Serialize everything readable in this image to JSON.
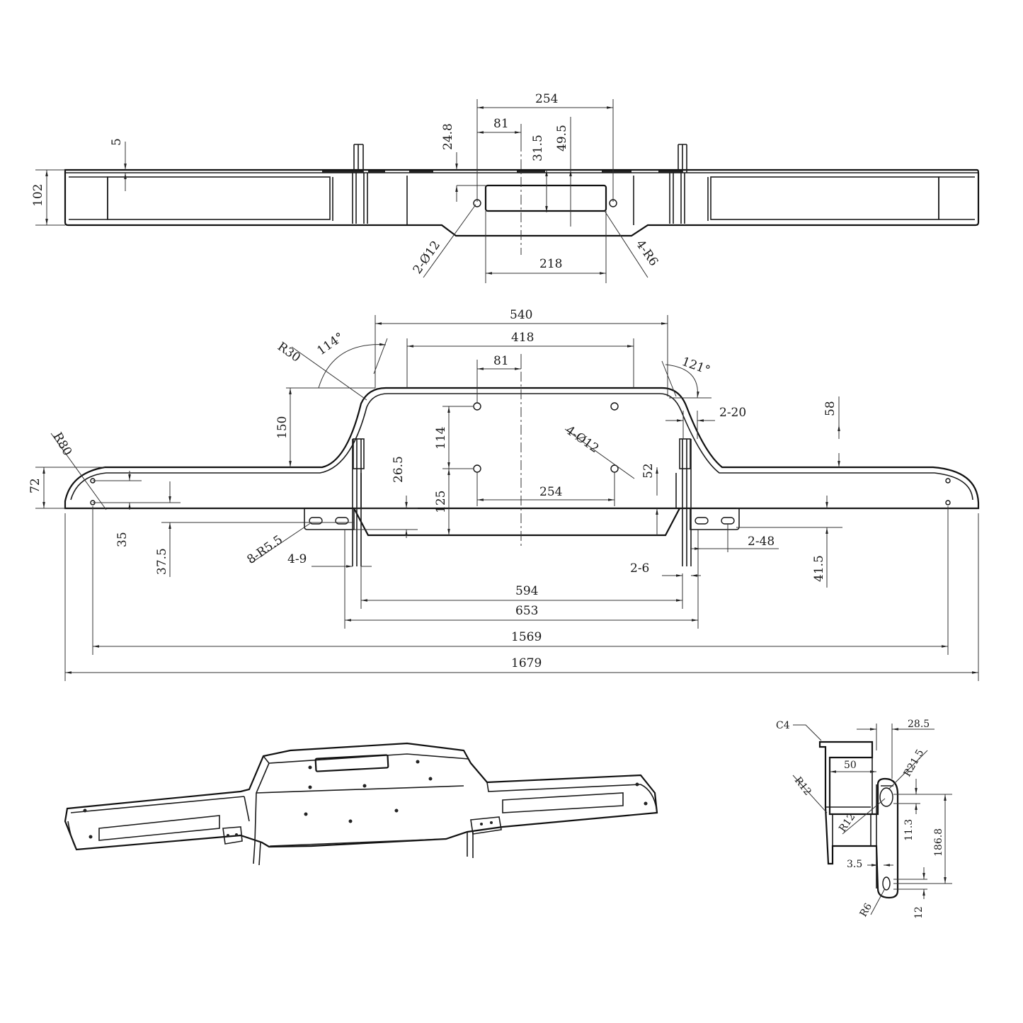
{
  "views": {
    "top": {
      "dims": [
        "254",
        "81",
        "24.8",
        "31.5",
        "49.5",
        "5",
        "102",
        "2-Ø12",
        "4-R6",
        "218"
      ]
    },
    "front": {
      "dims": [
        "540",
        "418",
        "81",
        "R30",
        "114°",
        "121°",
        "2-20",
        "58",
        "150",
        "114",
        "4-Ø12",
        "52",
        "R80",
        "72",
        "26.5",
        "125",
        "254",
        "35",
        "37.5",
        "8-R5.5",
        "4-9",
        "2-6",
        "2-48",
        "41.5",
        "594",
        "653",
        "1569",
        "1679"
      ]
    },
    "side": {
      "dims": [
        "C4",
        "28.5",
        "50",
        "R21.5",
        "R12",
        "R12",
        "11.3",
        "186.8",
        "3.5",
        "R6",
        "12"
      ]
    }
  }
}
